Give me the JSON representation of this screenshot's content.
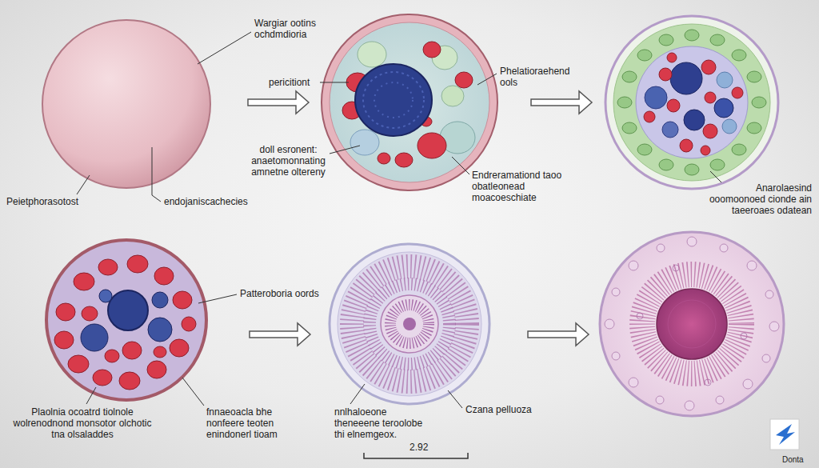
{
  "diagram": {
    "labels": [
      "Wargiar ootins ochdmdioria",
      "pericitiont",
      "doll esronent: anaetomonnating amnetne oltereny",
      "Phelatioraehend ools",
      "Endreramationd taoo obatleonead moacoeschiate",
      "Peietphorasotost",
      "endojaniscachecies",
      "Anarolaesind ooomoonoed cionde ain taeeroaes odatean",
      "Patteroboria oords",
      "Plaolnia ocoatrd tiolnole wolrenodnond monsotor olchotic tna olsaladdes",
      "fnnaeoacla bhe nonfeere teoten enindonerl tioam",
      "nnlhaloeone theneeene teroolobe thi elnemgeox.",
      "Czana pelluoza",
      "2.92",
      "Donta"
    ]
  }
}
